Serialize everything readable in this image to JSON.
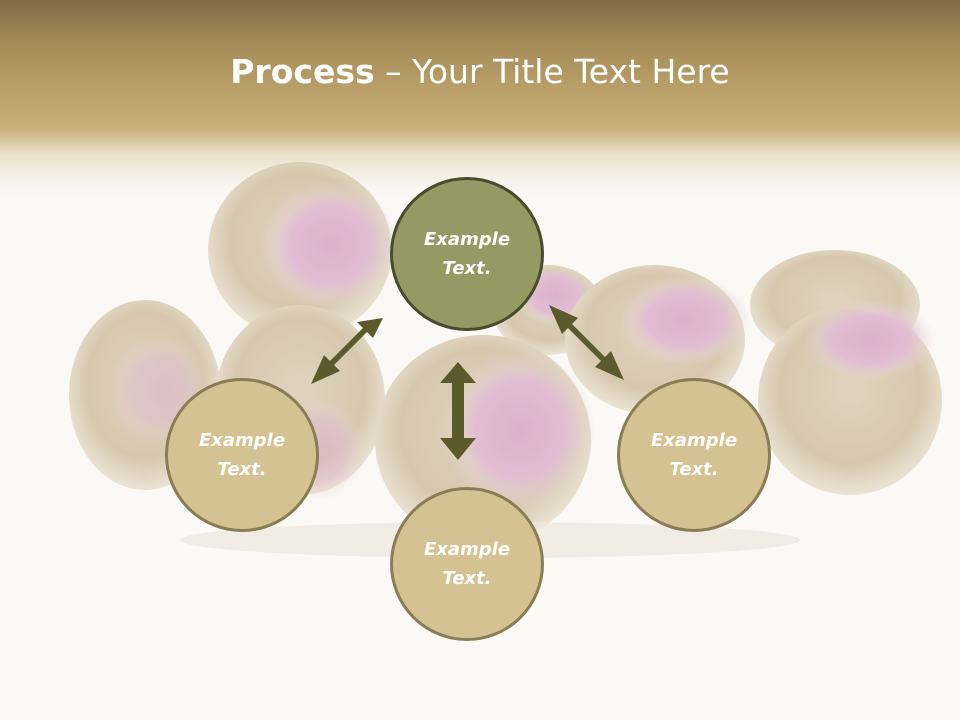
{
  "slide": {
    "title_bold": "Process",
    "title_rest": " – Your Title Text Here"
  },
  "nodes": {
    "top": "Example Text.",
    "left": "Example Text.",
    "right": "Example Text.",
    "bottom": "Example Text."
  },
  "colors": {
    "header_dark": "#7f6c44",
    "header_mid": "#bca36c",
    "center_node": "#959a64",
    "outer_node": "#d5c292",
    "node_border": "#8a7c55",
    "arrow": "#5b5a2c"
  }
}
